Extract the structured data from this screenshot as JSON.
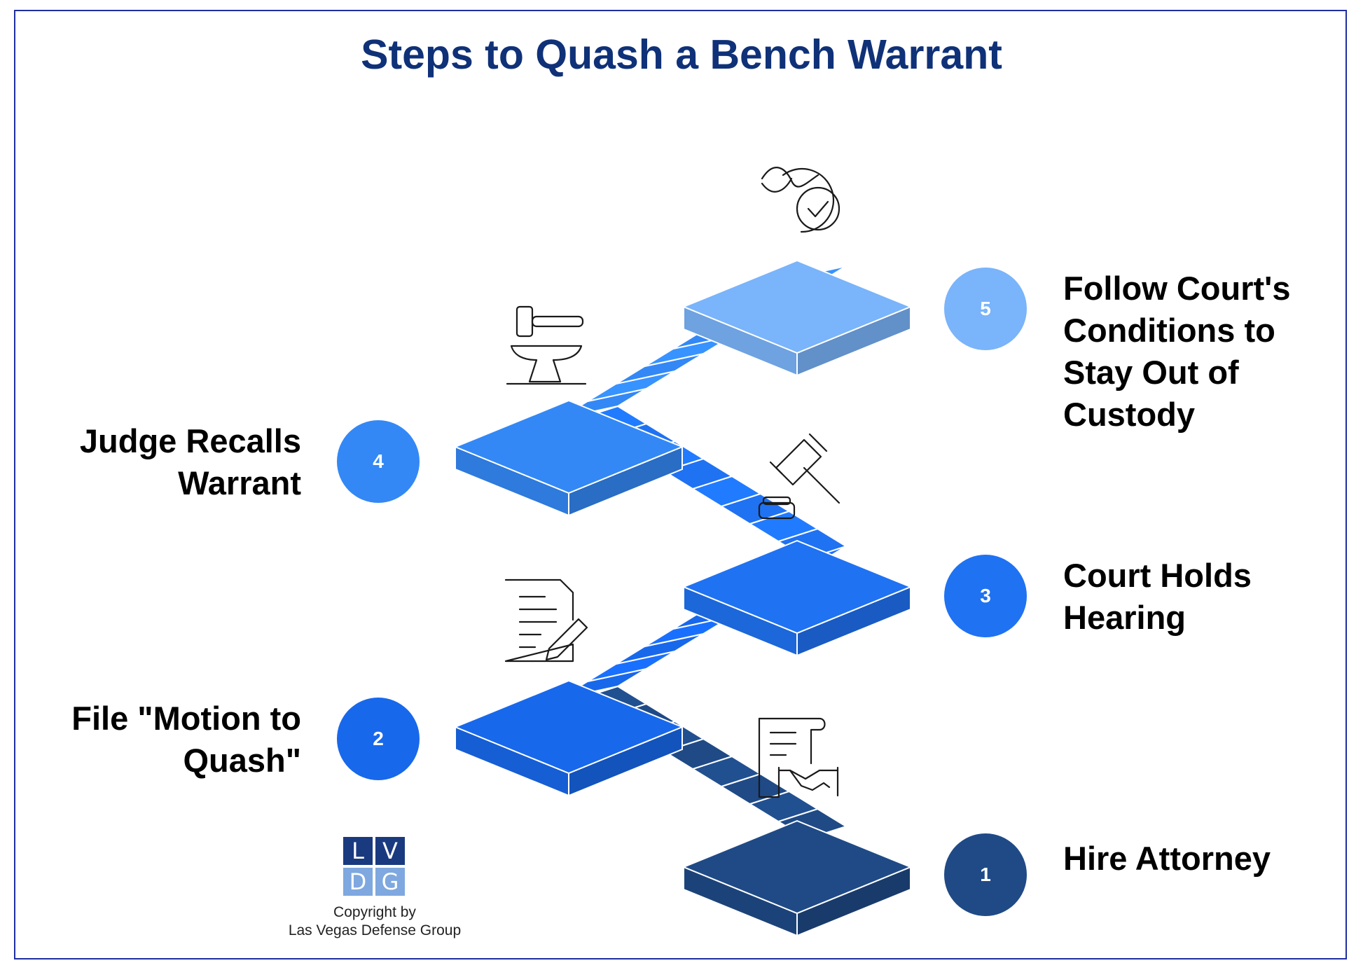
{
  "title": "Steps to Quash a Bench Warrant",
  "steps": [
    {
      "number": "1",
      "label": "Hire Attorney",
      "color": "#1f4a86",
      "icon": "contract-handshake-icon"
    },
    {
      "number": "2",
      "label": "File \"Motion to Quash\"",
      "color": "#1868eb",
      "icon": "document-pen-icon"
    },
    {
      "number": "3",
      "label": "Court Holds Hearing",
      "color": "#1f72f2",
      "icon": "gavel-icon"
    },
    {
      "number": "4",
      "label": "Judge Recalls Warrant",
      "color": "#3388f5",
      "icon": "hammer-anvil-icon"
    },
    {
      "number": "5",
      "label": "Follow Court's Conditions to Stay Out of Custody",
      "color": "#7ab4fa",
      "icon": "globe-check-icon"
    }
  ],
  "logo": {
    "letters": [
      "L",
      "V",
      "D",
      "G"
    ],
    "colors": {
      "dark": "#1a3a80",
      "light": "#7ea8df"
    }
  },
  "copyright": {
    "line1": "Copyright by",
    "line2": "Las Vegas Defense Group"
  },
  "colors": {
    "title": "#0f3178",
    "frame": "#1f2f9e"
  }
}
